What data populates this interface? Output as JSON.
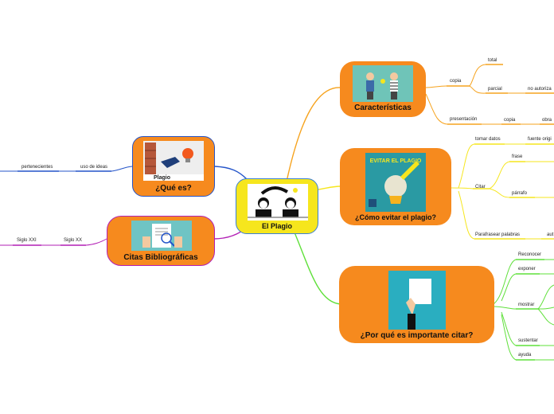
{
  "central": {
    "label": "El Plagio",
    "fill": "#f6e61d",
    "border": "#3a7fd6"
  },
  "topics": {
    "caracteristicas": {
      "label": "Características",
      "fill": "#f68a1e",
      "line": "#f6a31e"
    },
    "evitar": {
      "label": "¿Cómo evitar el plagio?",
      "fill": "#f68a1e",
      "line": "#f6e61d"
    },
    "importante": {
      "label": "¿Por qué es importante citar?",
      "fill": "#f68a1e",
      "line": "#5fe03a"
    },
    "quees": {
      "label": "¿Qué es?",
      "fill": "#f68a1e",
      "border": "#2454c9",
      "line": "#2454c9",
      "image_caption": "Plagio"
    },
    "citas": {
      "label": "Citas Bibliográficas",
      "fill": "#f68a1e",
      "border": "#b21fb5",
      "line": "#b21fb5"
    }
  },
  "book_cover": {
    "title": "EVITAR EL PLAGIO"
  },
  "leaves": {
    "copia": "copia",
    "total": "total",
    "parcial": "parcial",
    "no_autoriza": "no autoriza",
    "presentacion": "presentación",
    "copia2": "copia",
    "obra": "obra",
    "tomar_datos": "tomar datos",
    "fuente_origi": "fuente origi",
    "citar": "Citar",
    "frase": "frase",
    "parrafo": "párrafo",
    "parafrasear": "Parafrasear palabras",
    "aut": "aut",
    "reconocer": "Reconocer",
    "exponer": "exponer",
    "mostrar": "mostrar",
    "sustentar": "sustentar",
    "ayuda": "ayuda",
    "uso_ideas": "uso de ideas",
    "pertenecientes": "pertenecientes",
    "siglo_xx": "Siglo XX",
    "siglo_xxi": "Siglo XXI"
  }
}
